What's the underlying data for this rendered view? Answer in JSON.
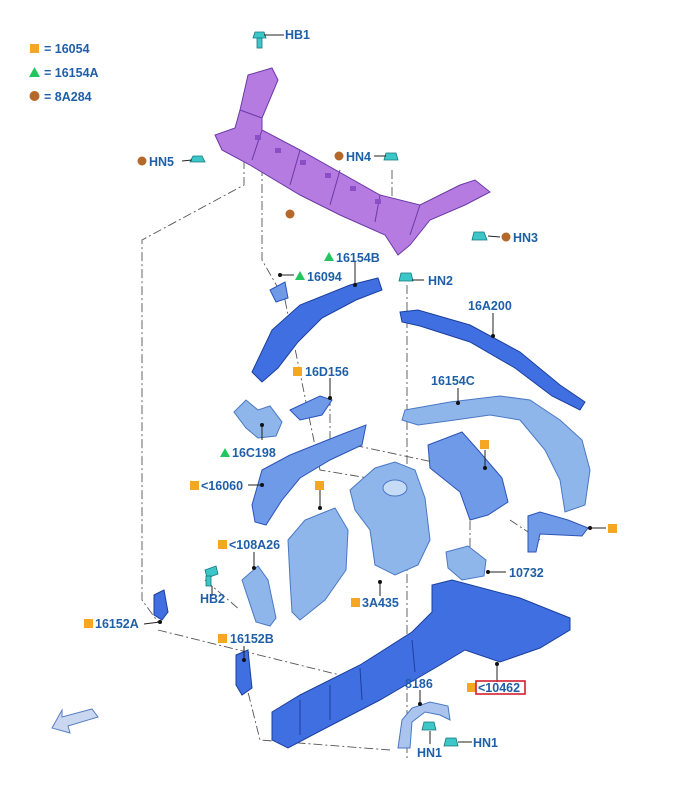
{
  "legend": [
    {
      "symbol": "square",
      "color": "#f5a623",
      "text": "= 16054"
    },
    {
      "symbol": "triangle",
      "color": "#22c55e",
      "text": "= 16154A"
    },
    {
      "symbol": "circle",
      "color": "#b4692a",
      "text": "= 8A284"
    }
  ],
  "labels": {
    "hb1": "HB1",
    "hn5": "HN5",
    "hn4": "HN4",
    "hn3": "HN3",
    "hn2": "HN2",
    "p16154b": "16154B",
    "p16094": "16094",
    "p16a200": "16A200",
    "p16d156": "16D156",
    "p16154c": "16154C",
    "p16c198": "16C198",
    "p16060": "<16060",
    "p108a26": "<108A26",
    "hb2": "HB2",
    "p10732": "10732",
    "p3a435": "3A435",
    "p16152a": "16152A",
    "p16152b": "16152B",
    "p8186": "8186",
    "p10462": "<10462",
    "hn1a": "HN1",
    "hn1b": "HN1"
  },
  "icons": {
    "direction_arrow": "front-direction-arrow-icon"
  }
}
